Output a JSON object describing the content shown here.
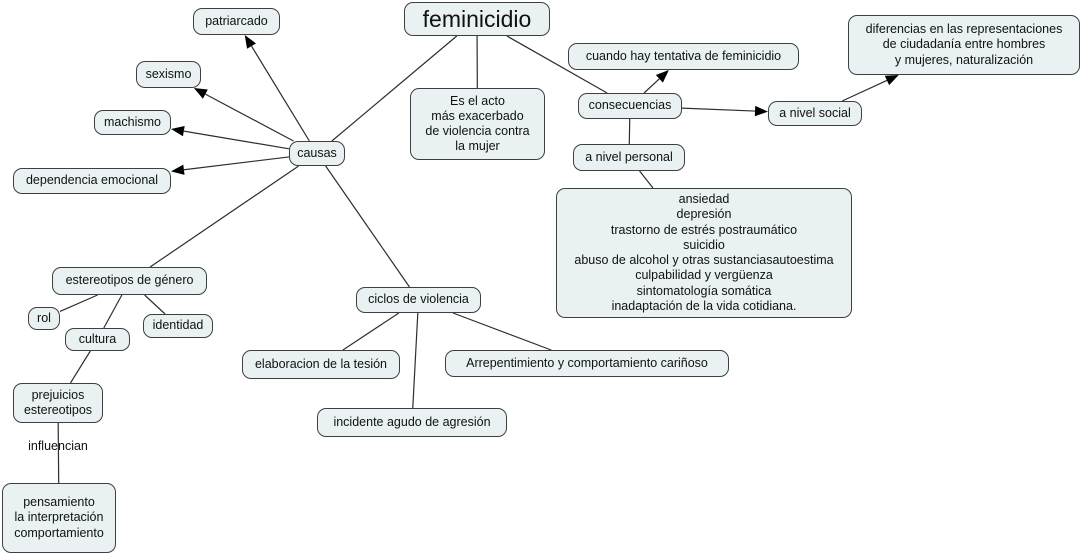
{
  "title": "feminicidio",
  "colors": {
    "background": "#ffffff",
    "node_fill": "#e9f1f3",
    "node_border": "#3f3f3f",
    "line": "#2e2e2e",
    "arrow": "#000000",
    "text": "#111111"
  },
  "nodes": [
    {
      "id": "feminicidio",
      "kind": "title",
      "text": "feminicidio"
    },
    {
      "id": "patriarcado",
      "kind": "box",
      "text": "patriarcado"
    },
    {
      "id": "sexismo",
      "kind": "box",
      "text": "sexismo"
    },
    {
      "id": "machismo",
      "kind": "box",
      "text": "machismo"
    },
    {
      "id": "dependencia-emocional",
      "kind": "box",
      "text": "dependencia emocional"
    },
    {
      "id": "causas",
      "kind": "box",
      "text": "causas"
    },
    {
      "id": "definicion",
      "kind": "box",
      "text": "Es el acto\nmás exacerbado\nde violencia contra\nla mujer"
    },
    {
      "id": "cuando-hay-tentativa",
      "kind": "box",
      "text": "cuando hay tentativa de feminicidio"
    },
    {
      "id": "consecuencias",
      "kind": "box",
      "text": "consecuencias"
    },
    {
      "id": "a-nivel-personal",
      "kind": "box",
      "text": "a nivel personal"
    },
    {
      "id": "a-nivel-social",
      "kind": "box",
      "text": "a nivel social"
    },
    {
      "id": "diferencias-representaciones",
      "kind": "box",
      "text": "diferencias en las representaciones\nde ciudadanía entre hombres\ny mujeres, naturalización"
    },
    {
      "id": "consecuencias-personales",
      "kind": "box",
      "text": "ansiedad\ndepresión\ntrastorno de estrés postraumático\nsuicidio\nabuso de alcohol y otras sustanciasautoestima\nculpabilidad y vergüenza\nsintomatología somática\ninadaptación de la vida cotidiana."
    },
    {
      "id": "estereotipos-de-genero",
      "kind": "box",
      "text": "estereotipos de género"
    },
    {
      "id": "rol",
      "kind": "box",
      "text": "rol"
    },
    {
      "id": "cultura",
      "kind": "box",
      "text": "cultura"
    },
    {
      "id": "identidad",
      "kind": "box",
      "text": "identidad"
    },
    {
      "id": "ciclos-de-violencia",
      "kind": "box",
      "text": "ciclos de violencia"
    },
    {
      "id": "elaboracion-tension",
      "kind": "box",
      "text": "elaboracion de la tesión"
    },
    {
      "id": "incidente-agudo",
      "kind": "box",
      "text": "incidente agudo de agresión"
    },
    {
      "id": "arrepentimiento",
      "kind": "box",
      "text": "Arrepentimiento y comportamiento cariñoso"
    },
    {
      "id": "prejuicios-estereotipos",
      "kind": "box",
      "text": "prejuicios\nestereotipos"
    },
    {
      "id": "influencian",
      "kind": "label",
      "text": "influencian"
    },
    {
      "id": "pensamiento",
      "kind": "box",
      "text": "pensamiento\nla interpretación\ncomportamiento"
    }
  ],
  "edges": [
    {
      "from": "feminicidio",
      "to": "causas",
      "arrow": false
    },
    {
      "from": "feminicidio",
      "to": "definicion",
      "arrow": false
    },
    {
      "from": "feminicidio",
      "to": "consecuencias",
      "arrow": false
    },
    {
      "from": "causas",
      "to": "patriarcado",
      "arrow": true
    },
    {
      "from": "causas",
      "to": "sexismo",
      "arrow": true
    },
    {
      "from": "causas",
      "to": "machismo",
      "arrow": true
    },
    {
      "from": "causas",
      "to": "dependencia-emocional",
      "arrow": true
    },
    {
      "from": "causas",
      "to": "estereotipos-de-genero",
      "arrow": false
    },
    {
      "from": "causas",
      "to": "ciclos-de-violencia",
      "arrow": false
    },
    {
      "from": "consecuencias",
      "to": "cuando-hay-tentativa",
      "arrow": true
    },
    {
      "from": "consecuencias",
      "to": "a-nivel-social",
      "arrow": true
    },
    {
      "from": "consecuencias",
      "to": "a-nivel-personal",
      "arrow": false
    },
    {
      "from": "a-nivel-personal",
      "to": "consecuencias-personales",
      "arrow": false
    },
    {
      "from": "a-nivel-social",
      "to": "diferencias-representaciones",
      "arrow": true
    },
    {
      "from": "estereotipos-de-genero",
      "to": "rol",
      "arrow": false
    },
    {
      "from": "estereotipos-de-genero",
      "to": "cultura",
      "arrow": false
    },
    {
      "from": "estereotipos-de-genero",
      "to": "identidad",
      "arrow": false
    },
    {
      "from": "ciclos-de-violencia",
      "to": "elaboracion-tension",
      "arrow": false
    },
    {
      "from": "ciclos-de-violencia",
      "to": "incidente-agudo",
      "arrow": false
    },
    {
      "from": "ciclos-de-violencia",
      "to": "arrepentimiento",
      "arrow": false
    },
    {
      "from": "cultura",
      "to": "prejuicios-estereotipos",
      "arrow": false
    },
    {
      "from": "prejuicios-estereotipos",
      "to": "pensamiento",
      "arrow": false
    }
  ]
}
